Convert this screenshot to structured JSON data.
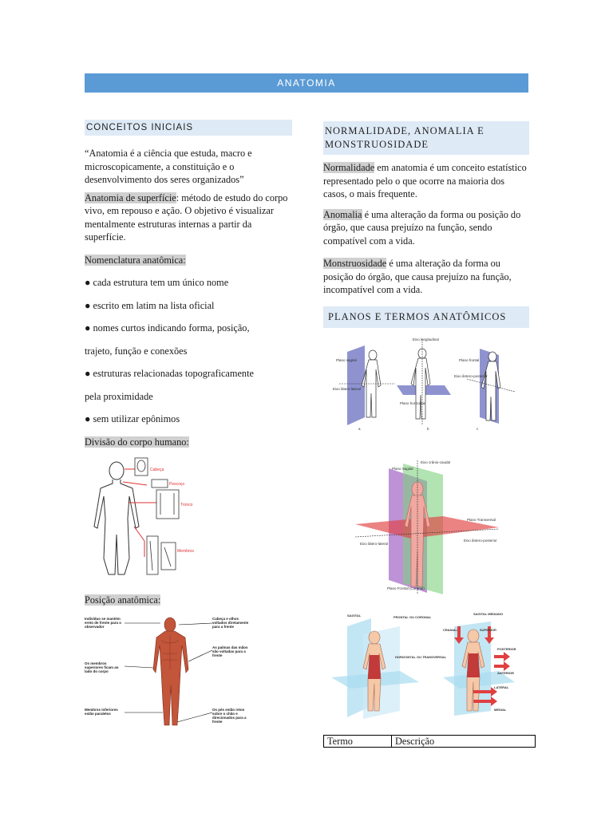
{
  "banner": "ANATOMIA",
  "left": {
    "heading": "CONCEITOS INICIAIS",
    "quote": "“Anatomia é a ciência que estuda, macro e microscopicamente, a constituição e o desenvolvimento dos seres organizados”",
    "surface_term": "Anatomia de superfície",
    "surface_rest": ": método de estudo do corpo vivo, em repouso e ação. O objetivo é visualizar mentalmente estruturas internas a partir da superfície.",
    "nomenclature_title": "Nomenclatura anatômica:",
    "bullets": [
      "● cada estrutura tem um único nome",
      "● escrito em latim na lista oficial",
      "● nomes curtos indicando forma, posição,",
      "trajeto, função e conexões",
      "● estruturas relacionadas topograficamente",
      "pela proximidade",
      "● sem utilizar epônimos"
    ],
    "division_title": "Divisão do corpo humano:",
    "division_labels": [
      "Cabeça",
      "Pescoço",
      "Tronco",
      "Membros"
    ],
    "position_title": "Posição anatômica:",
    "position_labels": [
      "Indivíduo se mantém ereto de frente para o observador",
      "Cabeça e olhos voltados diretamente para a frente",
      "As palmas das mãos são voltadas para a frente",
      "Os membros superiores ficam ao lado do corpo",
      "Membros inferiores estão paralelos",
      "Os pés estão retos sobre o chão e direcionados para a frente"
    ]
  },
  "right": {
    "heading": "NORMALIDADE, ANOMALIA E MONSTRUOSIDADE",
    "normal_term": "Normalidade",
    "normal_rest": " em anatomia é um conceito estatístico representado pelo o que ocorre na maioria dos casos, o mais frequente.",
    "anomaly_term": "Anomalia",
    "anomaly_rest": " é uma alteração da forma ou posição do órgão, que causa prejuízo na função, sendo compatível com a vida.",
    "monster_term": "Monstruosidade",
    "monster_rest": " é uma alteração da forma ou posição do órgão, que causa prejuízo na função, incompatível com a vida.",
    "planes_heading": "PLANOS E TERMOS ANATÔMICOS",
    "fig1_labels": [
      "Eixo longitudinal",
      "Plano sagital",
      "Eixo látero-lateral",
      "Plano horizontal",
      "Plano frontal",
      "Eixo ântero-posterior",
      "a",
      "b",
      "c"
    ],
    "fig2_labels": [
      "Eixo crânio-caudal",
      "Plano Sagital",
      "Plano Transversal",
      "Eixo látero-lateral",
      "Eixo ântero-posterior",
      "Plano Frontal (Coronal)"
    ],
    "fig3_labels": [
      "SAGITAL",
      "FRONTAL OU CORONAL",
      "SAGITAL MEDIANO",
      "HORIZONTAL OU TRANSVERSAL",
      "CRANIAL",
      "SUPERIOR",
      "POSTERIOR",
      "ANTERIOR",
      "LATERAL",
      "MEDIAL"
    ],
    "table_headers": [
      "Termo",
      "Descrição"
    ]
  }
}
